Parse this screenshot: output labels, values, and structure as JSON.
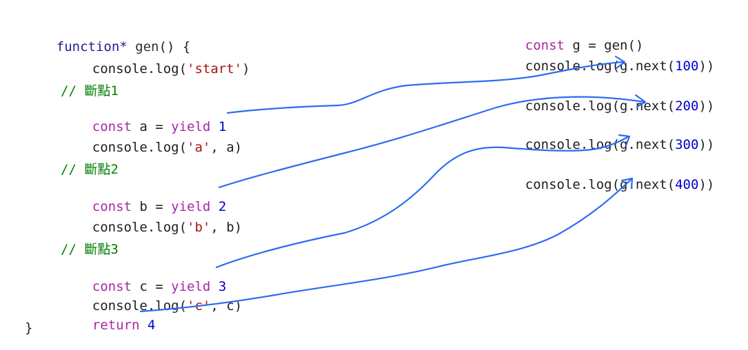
{
  "left_code": {
    "l1": {
      "kw": "function*",
      "name": "gen",
      "rest": "() {"
    },
    "l2": {
      "a": "console.log(",
      "b": "'start'",
      "c": ")"
    },
    "l3": {
      "text": "// 斷點1"
    },
    "l4": {
      "kw": "const",
      "mid": " a = ",
      "yield": "yield",
      "num": "1"
    },
    "l5": {
      "a": "console.log(",
      "b": "'a'",
      "c": ", a)"
    },
    "l6": {
      "text": "// 斷點2"
    },
    "l7": {
      "kw": "const",
      "mid": " b = ",
      "yield": "yield",
      "num": "2"
    },
    "l8": {
      "a": "console.log(",
      "b": "'b'",
      "c": ", b)"
    },
    "l9": {
      "text": "// 斷點3"
    },
    "l10": {
      "kw": "const",
      "mid": " c = ",
      "yield": "yield",
      "num": "3"
    },
    "l11": {
      "a": "console.log(",
      "b": "'c'",
      "c": ", c)"
    },
    "l12": {
      "kw": "return",
      "num": "4"
    },
    "l13": {
      "text": "}"
    }
  },
  "right_code": {
    "r1": {
      "kw": "const",
      "rest": " g = gen()"
    },
    "r2": {
      "a": "console.log(g.next(",
      "num": "100",
      "c": "))"
    },
    "r3": {
      "a": "console.log(g.next(",
      "num": "200",
      "c": "))"
    },
    "r4": {
      "a": "console.log(g.next(",
      "num": "300",
      "c": "))"
    },
    "r5": {
      "a": "console.log(g.next(",
      "num": "400",
      "c": "))"
    }
  },
  "colors": {
    "arrow": "#2d6bf0",
    "keyword": "#a626a4",
    "string": "#a31515",
    "number": "#0000cc",
    "comment": "#008000"
  }
}
